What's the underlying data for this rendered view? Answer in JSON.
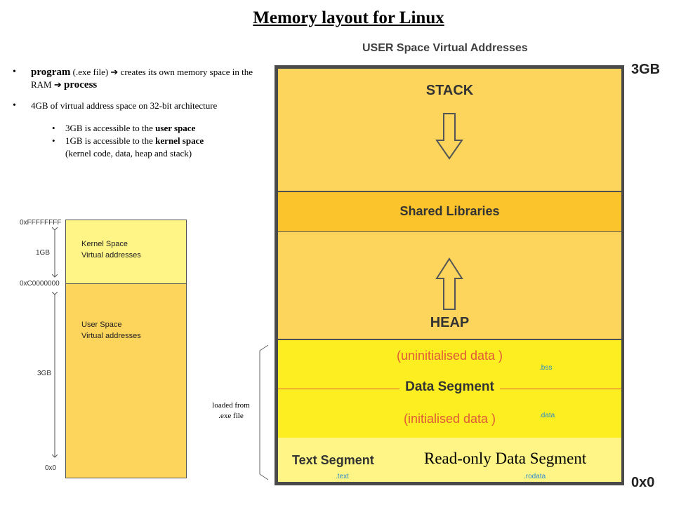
{
  "title": "Memory layout for Linux",
  "subtitle": "USER Space Virtual Addresses",
  "bullets": {
    "b1_program": "program",
    "b1_part2": " (.exe file) ",
    "b1_arrow1": "➔",
    "b1_part3": " creates its own memory space in the RAM ",
    "b1_arrow2": "➔",
    "b1_process": "process",
    "b2": "4GB of virtual address space on 32-bit architecture",
    "s1_pre": "3GB is accessible to the ",
    "s1_bold": "user space",
    "s2_pre": "1GB is accessible to the ",
    "s2_bold": "kernel space",
    "s2_post": "(kernel code, data, heap and stack)"
  },
  "small_diagram": {
    "addr_top": "0xFFFFFFFF",
    "addr_mid": "0xC0000000",
    "addr_bottom": "0x0",
    "size_top": "1GB",
    "size_bottom": "3GB",
    "kernel_line1": "Kernel Space",
    "kernel_line2": "Virtual addresses",
    "user_line1": "User Space",
    "user_line2": "Virtual addresses",
    "kernel_color": "#fff587",
    "user_color": "#fdd55c"
  },
  "main_diagram": {
    "top_label": "3GB",
    "bottom_label": "0x0",
    "stack": "STACK",
    "shared": "Shared Libraries",
    "heap": "HEAP",
    "uninit": "(uninitialised data )",
    "data_segment": "Data Segment",
    "init": "(initialised data )",
    "text_segment": "Text Segment",
    "readonly": "Read-only Data Segment",
    "bss": ".bss",
    "data": ".data",
    "text": ".text",
    "rodata": ".rodata",
    "loaded_line1": "loaded from",
    "loaded_line2": ".exe file",
    "stack_color": "#fdd55c",
    "shared_color": "#fbc32c",
    "data_color": "#fcee21",
    "text_color": "#fff587",
    "accent_red": "#e05a3a",
    "section_blue": "#2e8bc9"
  }
}
